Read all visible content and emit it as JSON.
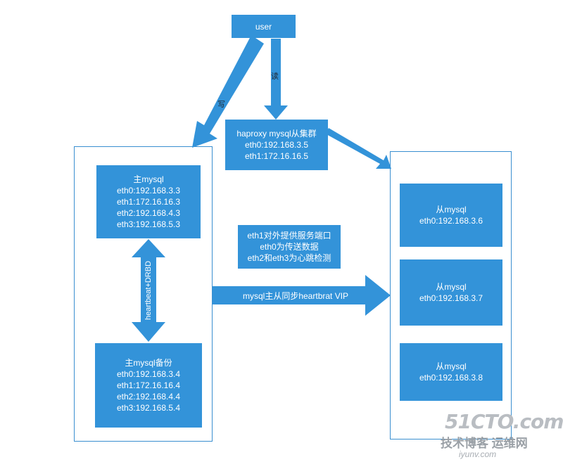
{
  "user": {
    "label": "user"
  },
  "arrows": {
    "read_label": "读",
    "write_label": "写",
    "heartbeat_label": "heartbeat+DRBD"
  },
  "haproxy": {
    "lines": [
      "haproxy  mysql从集群",
      "eth0:192.168.3.5",
      "eth1:172.16.16.5"
    ]
  },
  "master": {
    "lines": [
      "主mysql",
      "eth0:192.168.3.3",
      "eth1:172.16.16.3",
      "eth2:192.168.4.3",
      "eth3:192.168.5.3"
    ]
  },
  "backup": {
    "lines": [
      "主mysql备份",
      "eth0:192.168.3.4",
      "eth1:172.16.16.4",
      "eth2:192.168.4.4",
      "eth3:192.168.5.4"
    ]
  },
  "note": {
    "lines": [
      "eth1对外提供服务端口",
      "eth0为传送数据",
      "eth2和eth3为心跳检测"
    ]
  },
  "sync": {
    "label": "mysql主从同步heartbrat VIP"
  },
  "slaves": [
    {
      "lines": [
        "从mysql",
        "eth0:192.168.3.6"
      ]
    },
    {
      "lines": [
        "从mysql",
        "eth0:192.168.3.7"
      ]
    },
    {
      "lines": [
        "从mysql",
        "eth0:192.168.3.8"
      ]
    }
  ],
  "watermark": {
    "brand": "51CTO.com",
    "sub": "技术博客  运维网",
    "site": "iyunv.com"
  },
  "colors": {
    "box": "#3393d9",
    "frame": "#3a8fd0",
    "text": "#ffffff"
  }
}
